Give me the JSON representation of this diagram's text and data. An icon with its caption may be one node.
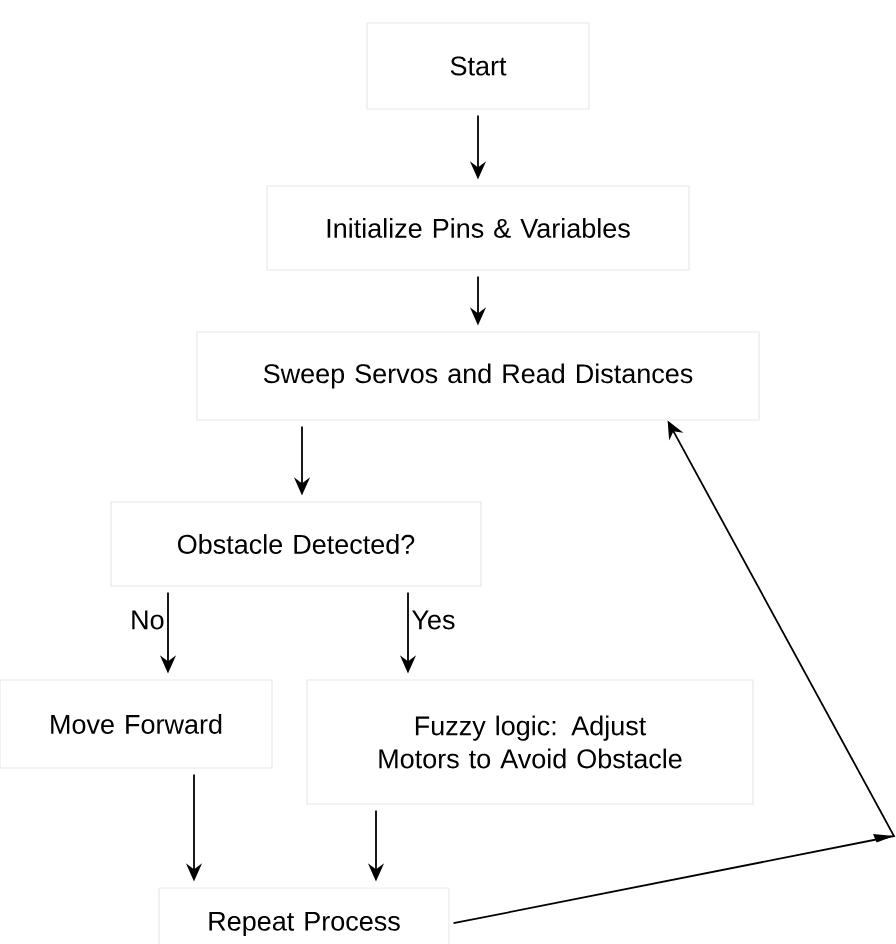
{
  "diagram": {
    "nodes": [
      {
        "text": [
          "Start"
        ]
      },
      {
        "text": [
          "Initialize Pins & Variables"
        ]
      },
      {
        "text": [
          "Sweep Servos and Read Distances"
        ]
      },
      {
        "text": [
          "Obstacle Detected?"
        ]
      },
      {
        "text": [
          "Move Forward"
        ]
      },
      {
        "text": [
          "Fuzzy logic: Adjust Motors to Avoid Obstacle"
        ]
      },
      {
        "text": [
          "Repeat Process"
        ]
      }
    ],
    "edges": [
      {
        "from": 0,
        "to": 1,
        "arrow": "to"
      },
      {
        "from": 1,
        "to": 2,
        "arrow": "to"
      },
      {
        "from": 2,
        "to": 3,
        "arrow": "to"
      },
      {
        "from": 3,
        "to": 4,
        "arrow": "to",
        "label": "No"
      },
      {
        "from": 3,
        "to": 5,
        "arrow": "to",
        "label": "Yes"
      },
      {
        "from": 4,
        "to": 6,
        "arrow": "to"
      },
      {
        "from": 5,
        "to": 6,
        "arrow": "to"
      },
      {
        "from": 6,
        "to": 2,
        "arrow": "to"
      }
    ]
  }
}
